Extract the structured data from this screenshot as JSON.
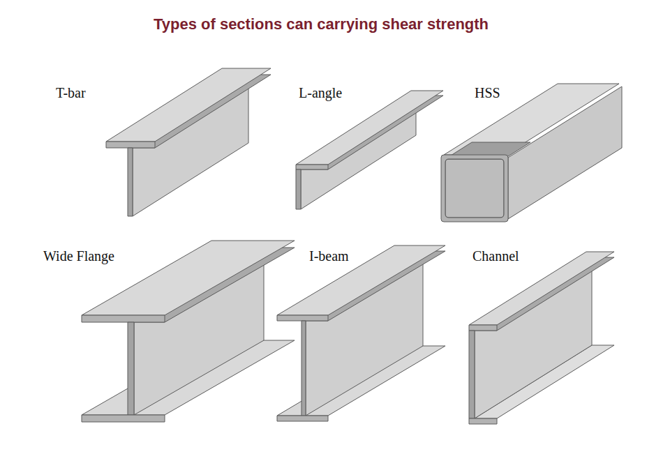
{
  "diagram": {
    "title": "Types of sections can carrying shear strength",
    "labels": [
      "T-bar",
      "L-angle",
      "HSS",
      "Wide Flange",
      "I-beam",
      "Channel"
    ]
  }
}
